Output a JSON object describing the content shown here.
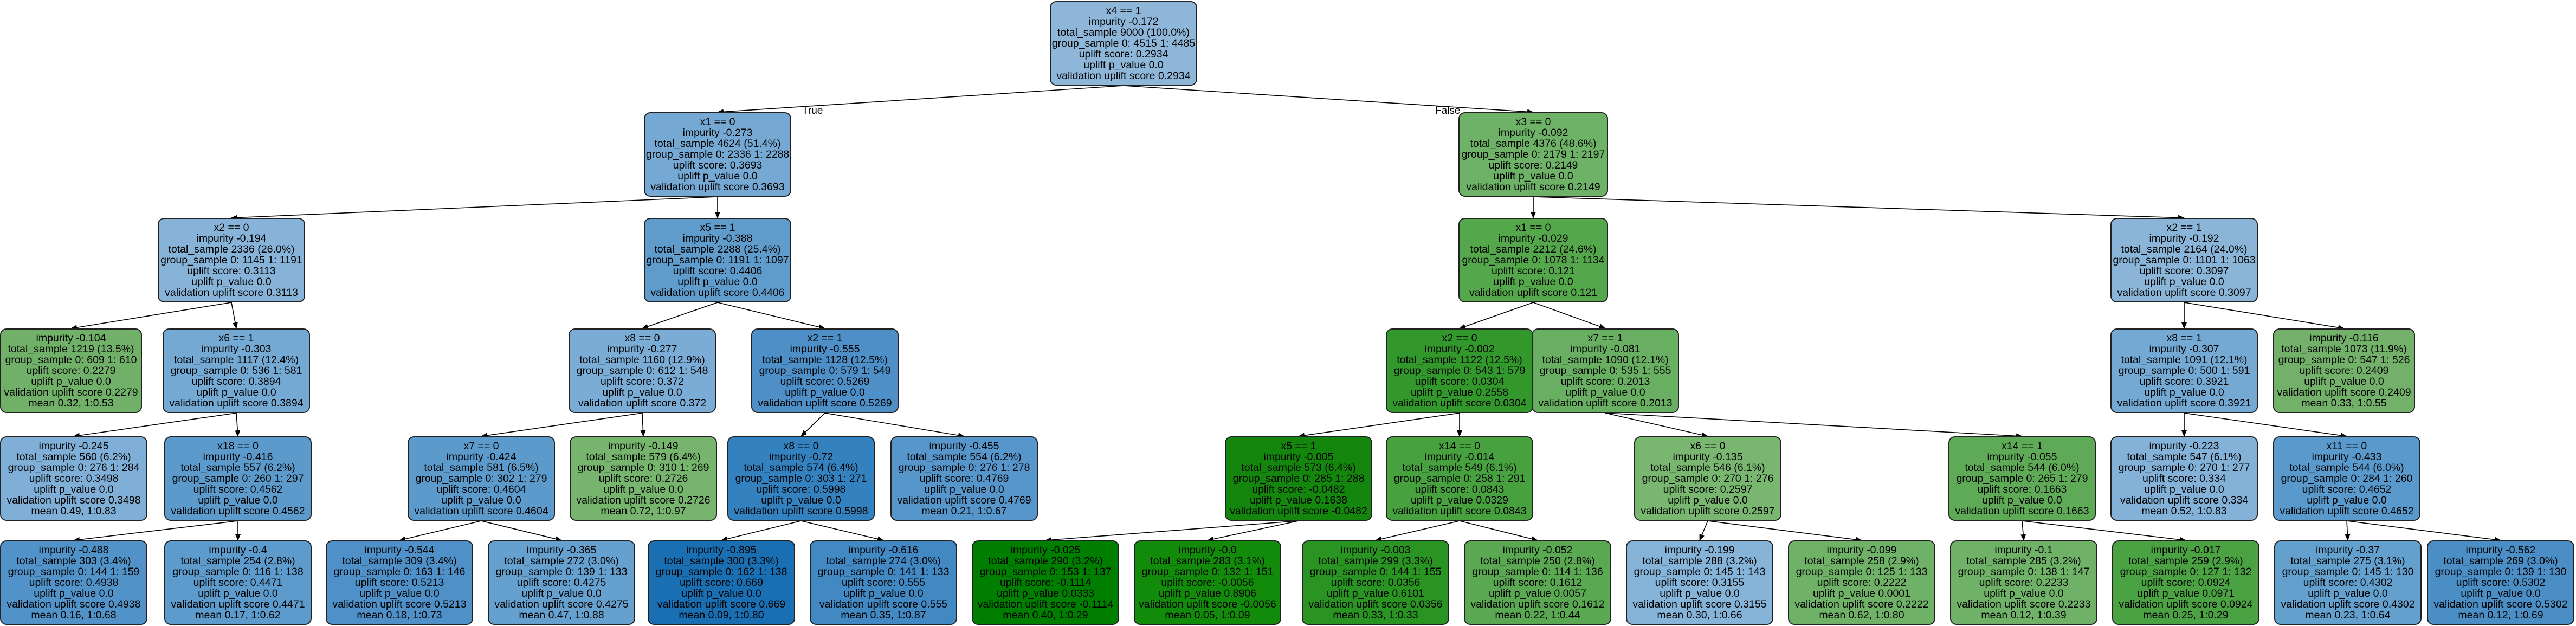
{
  "tree": {
    "nodes": [
      {
        "id": "root",
        "lines": [
          "x4 == 1",
          "impurity -0.172",
          "total_sample 9000 (100.0%)",
          "group_sample  0: 4515 1: 4485",
          "uplift score: 0.2934",
          "uplift p_value 0.0",
          "validation uplift score 0.2934"
        ],
        "fill": "#8db6d8"
      },
      {
        "id": "L",
        "lines": [
          "x1 == 0",
          "impurity -0.273",
          "total_sample 4624 (51.4%)",
          "group_sample  0: 2336 1: 2288",
          "uplift score: 0.3693",
          "uplift p_value 0.0",
          "validation uplift score 0.3693"
        ],
        "fill": "#75a9d4"
      },
      {
        "id": "R",
        "lines": [
          "x3 == 0",
          "impurity -0.092",
          "total_sample 4376 (48.6%)",
          "group_sample  0: 2179 1: 2197",
          "uplift score: 0.2149",
          "uplift p_value 0.0",
          "validation uplift score 0.2149"
        ],
        "fill": "#6eb267"
      },
      {
        "id": "LL",
        "lines": [
          "x2 == 0",
          "impurity -0.194",
          "total_sample 2336 (26.0%)",
          "group_sample  0: 1145 1: 1191",
          "uplift score: 0.3113",
          "uplift p_value 0.0",
          "validation uplift score 0.3113"
        ],
        "fill": "#87b3d8"
      },
      {
        "id": "LR",
        "lines": [
          "x5 == 1",
          "impurity -0.388",
          "total_sample 2288 (25.4%)",
          "group_sample  0: 1191 1: 1097",
          "uplift score: 0.4406",
          "uplift p_value 0.0",
          "validation uplift score 0.4406"
        ],
        "fill": "#5f9ccc"
      },
      {
        "id": "RL",
        "lines": [
          "x1 == 0",
          "impurity -0.029",
          "total_sample 2212 (24.6%)",
          "group_sample  0: 1078 1: 1134",
          "uplift score: 0.121",
          "uplift p_value 0.0",
          "validation uplift score 0.121"
        ],
        "fill": "#55a74c"
      },
      {
        "id": "RR",
        "lines": [
          "x2 == 1",
          "impurity -0.192",
          "total_sample 2164 (24.0%)",
          "group_sample  0: 1101 1: 1063",
          "uplift score: 0.3097",
          "uplift p_value 0.0",
          "validation uplift score 0.3097"
        ],
        "fill": "#8ab5d8"
      },
      {
        "id": "LLa",
        "lines": [
          "impurity -0.104",
          "total_sample 1219 (13.5%)",
          "group_sample  0: 609 1: 610",
          "uplift score: 0.2279",
          "uplift p_value 0.0",
          "validation uplift score 0.2279",
          "mean 0.32, 1:0.53"
        ],
        "fill": "#71b068"
      },
      {
        "id": "LLb",
        "lines": [
          "x6 == 1",
          "impurity -0.303",
          "total_sample 1117 (12.4%)",
          "group_sample  0: 536 1: 581",
          "uplift score: 0.3894",
          "uplift p_value 0.0",
          "validation uplift score 0.3894"
        ],
        "fill": "#74a9d4"
      },
      {
        "id": "LRa",
        "lines": [
          "x8 == 0",
          "impurity -0.277",
          "total_sample 1160 (12.9%)",
          "group_sample  0: 612 1: 548",
          "uplift score: 0.372",
          "uplift p_value 0.0",
          "validation uplift score 0.372"
        ],
        "fill": "#7aacd5"
      },
      {
        "id": "LRb",
        "lines": [
          "x2 == 1",
          "impurity -0.555",
          "total_sample 1128 (12.5%)",
          "group_sample  0: 579 1: 549",
          "uplift score: 0.5269",
          "uplift p_value 0.0",
          "validation uplift score 0.5269"
        ],
        "fill": "#4d8fc6"
      },
      {
        "id": "RLa",
        "lines": [
          "x2 == 0",
          "impurity -0.002",
          "total_sample 1122 (12.5%)",
          "group_sample  0: 543 1: 579",
          "uplift score: 0.0304",
          "uplift p_value 0.2558",
          "validation uplift score 0.0304"
        ],
        "fill": "#33982b"
      },
      {
        "id": "RLb",
        "lines": [
          "x7 == 1",
          "impurity -0.081",
          "total_sample 1090 (12.1%)",
          "group_sample  0: 535 1: 555",
          "uplift score: 0.2013",
          "uplift p_value 0.0",
          "validation uplift score 0.2013"
        ],
        "fill": "#68af62"
      },
      {
        "id": "RRa",
        "lines": [
          "x8 == 1",
          "impurity -0.307",
          "total_sample 1091 (12.1%)",
          "group_sample  0: 500 1: 591",
          "uplift score: 0.3921",
          "uplift p_value 0.0",
          "validation uplift score 0.3921"
        ],
        "fill": "#74a9d4"
      },
      {
        "id": "RRb",
        "lines": [
          "impurity -0.116",
          "total_sample 1073 (11.9%)",
          "group_sample  0: 547 1: 526",
          "uplift score: 0.2409",
          "uplift p_value 0.0",
          "validation uplift score 0.2409",
          "mean 0.33, 1:0.55"
        ],
        "fill": "#73b06a"
      },
      {
        "id": "l1",
        "lines": [
          "impurity -0.245",
          "total_sample 560 (6.2%)",
          "group_sample  0: 276 1: 284",
          "uplift score: 0.3498",
          "uplift p_value 0.0",
          "validation uplift score 0.3498",
          "mean 0.49, 1:0.83"
        ],
        "fill": "#7fafd6"
      },
      {
        "id": "l2",
        "lines": [
          "x18 == 0",
          "impurity -0.416",
          "total_sample 557 (6.2%)",
          "group_sample  0: 260 1: 297",
          "uplift score: 0.4562",
          "uplift p_value 0.0",
          "validation uplift score 0.4562"
        ],
        "fill": "#5b9acb"
      },
      {
        "id": "l3",
        "lines": [
          "x7 == 0",
          "impurity -0.424",
          "total_sample 581 (6.5%)",
          "group_sample  0: 302 1: 279",
          "uplift score: 0.4604",
          "uplift p_value 0.0",
          "validation uplift score 0.4604"
        ],
        "fill": "#5b9acb"
      },
      {
        "id": "l4",
        "lines": [
          "impurity -0.149",
          "total_sample 579 (6.4%)",
          "group_sample  0: 310 1: 269",
          "uplift score: 0.2726",
          "uplift p_value 0.0",
          "validation uplift score 0.2726",
          "mean 0.72, 1:0.97"
        ],
        "fill": "#77b56f"
      },
      {
        "id": "l5",
        "lines": [
          "x8 == 0",
          "impurity -0.72",
          "total_sample 574 (6.4%)",
          "group_sample  0: 303 1: 271",
          "uplift score: 0.5998",
          "uplift p_value 0.0",
          "validation uplift score 0.5998"
        ],
        "fill": "#3481bf"
      },
      {
        "id": "l6",
        "lines": [
          "impurity -0.455",
          "total_sample 554 (6.2%)",
          "group_sample  0: 276 1: 278",
          "uplift score: 0.4769",
          "uplift p_value 0.0",
          "validation uplift score 0.4769",
          "mean 0.21, 1:0.67"
        ],
        "fill": "#5796ca"
      },
      {
        "id": "l7",
        "lines": [
          "x5 == 1",
          "impurity -0.005",
          "total_sample 573 (6.4%)",
          "group_sample  0: 285 1: 288",
          "uplift score: -0.0482",
          "uplift p_value 0.1638",
          "validation uplift score -0.0482"
        ],
        "fill": "#14860d"
      },
      {
        "id": "l8",
        "lines": [
          "x14 == 0",
          "impurity -0.014",
          "total_sample 549 (6.1%)",
          "group_sample  0: 258 1: 291",
          "uplift score: 0.0843",
          "uplift p_value 0.0329",
          "validation uplift score 0.0843"
        ],
        "fill": "#47a13f"
      },
      {
        "id": "l9",
        "lines": [
          "x6 == 0",
          "impurity -0.135",
          "total_sample 546 (6.1%)",
          "group_sample  0: 270 1: 276",
          "uplift score: 0.2597",
          "uplift p_value 0.0",
          "validation uplift score 0.2597"
        ],
        "fill": "#79b770"
      },
      {
        "id": "l10",
        "lines": [
          "x14 == 1",
          "impurity -0.055",
          "total_sample 544 (6.0%)",
          "group_sample  0: 265 1: 279",
          "uplift score: 0.1663",
          "uplift p_value 0.0",
          "validation uplift score 0.1663"
        ],
        "fill": "#5eaa56"
      },
      {
        "id": "l11",
        "lines": [
          "impurity -0.223",
          "total_sample 547 (6.1%)",
          "group_sample  0: 270 1: 277",
          "uplift score: 0.334",
          "uplift p_value 0.0",
          "validation uplift score 0.334",
          "mean 0.52, 1:0.83"
        ],
        "fill": "#83b1d7"
      },
      {
        "id": "l12",
        "lines": [
          "x11 == 0",
          "impurity -0.433",
          "total_sample 544 (6.0%)",
          "group_sample  0: 284 1: 260",
          "uplift score: 0.4652",
          "uplift p_value 0.0",
          "validation uplift score 0.4652"
        ],
        "fill": "#5a99cb"
      },
      {
        "id": "m1",
        "lines": [
          "impurity -0.488",
          "total_sample 303 (3.4%)",
          "group_sample  0: 144 1: 159",
          "uplift score: 0.4938",
          "uplift p_value 0.0",
          "validation uplift score 0.4938",
          "mean 0.16, 1:0.68"
        ],
        "fill": "#5193c8"
      },
      {
        "id": "m2",
        "lines": [
          "impurity -0.4",
          "total_sample 254 (2.8%)",
          "group_sample  0: 116 1: 138",
          "uplift score: 0.4471",
          "uplift p_value 0.0",
          "validation uplift score 0.4471",
          "mean 0.17, 1:0.62"
        ],
        "fill": "#5d9bcc"
      },
      {
        "id": "m3",
        "lines": [
          "impurity -0.544",
          "total_sample 309 (3.4%)",
          "group_sample  0: 163 1: 146",
          "uplift score: 0.5213",
          "uplift p_value 0.0",
          "validation uplift score 0.5213",
          "mean 0.18, 1:0.73"
        ],
        "fill": "#4e90c7"
      },
      {
        "id": "m4",
        "lines": [
          "impurity -0.365",
          "total_sample 272 (3.0%)",
          "group_sample  0: 139 1: 133",
          "uplift score: 0.4275",
          "uplift p_value 0.0",
          "validation uplift score 0.4275",
          "mean 0.47, 1:0.88"
        ],
        "fill": "#65a0ce"
      },
      {
        "id": "m5",
        "lines": [
          "impurity -0.895",
          "total_sample 300 (3.3%)",
          "group_sample  0: 162 1: 138",
          "uplift score: 0.669",
          "uplift p_value 0.0",
          "validation uplift score 0.669",
          "mean 0.09, 1:0.80"
        ],
        "fill": "#1a6fb3"
      },
      {
        "id": "m6",
        "lines": [
          "impurity -0.616",
          "total_sample 274 (3.0%)",
          "group_sample  0: 141 1: 133",
          "uplift score: 0.555",
          "uplift p_value 0.0",
          "validation uplift score 0.555",
          "mean 0.35, 1:0.87"
        ],
        "fill": "#4289c3"
      },
      {
        "id": "m7",
        "lines": [
          "impurity -0.025",
          "total_sample 290 (3.2%)",
          "group_sample  0: 153 1: 137",
          "uplift score: -0.1114",
          "uplift p_value 0.0333",
          "validation uplift score -0.1114",
          "mean 0.40, 1:0.29"
        ],
        "fill": "#007e00"
      },
      {
        "id": "m8",
        "lines": [
          "impurity -0.0",
          "total_sample 283 (3.1%)",
          "group_sample  0: 132 1: 151",
          "uplift score: -0.0056",
          "uplift p_value 0.8906",
          "validation uplift score -0.0056",
          "mean 0.05, 1:0.09"
        ],
        "fill": "#128b0a"
      },
      {
        "id": "m9",
        "lines": [
          "impurity -0.003",
          "total_sample 299 (3.3%)",
          "group_sample  0: 144 1: 155",
          "uplift score: 0.0356",
          "uplift p_value 0.6101",
          "validation uplift score 0.0356",
          "mean 0.33, 1:0.33"
        ],
        "fill": "#2a9423"
      },
      {
        "id": "m10",
        "lines": [
          "impurity -0.052",
          "total_sample 250 (2.8%)",
          "group_sample  0: 114 1: 136",
          "uplift score: 0.1612",
          "uplift p_value 0.0057",
          "validation uplift score 0.1612",
          "mean 0.22, 1:0.44"
        ],
        "fill": "#5aa852"
      },
      {
        "id": "m11",
        "lines": [
          "impurity -0.199",
          "total_sample 288 (3.2%)",
          "group_sample  0: 145 1: 143",
          "uplift score: 0.3155",
          "uplift p_value 0.0",
          "validation uplift score 0.3155",
          "mean 0.30, 1:0.66"
        ],
        "fill": "#86b3d8"
      },
      {
        "id": "m12",
        "lines": [
          "impurity -0.099",
          "total_sample 258 (2.9%)",
          "group_sample  0: 125 1: 133",
          "uplift score: 0.2222",
          "uplift p_value 0.0001",
          "validation uplift score 0.2222",
          "mean 0.62, 1:0.80"
        ],
        "fill": "#6fb267"
      },
      {
        "id": "m13",
        "lines": [
          "impurity -0.1",
          "total_sample 285 (3.2%)",
          "group_sample  0: 138 1: 147",
          "uplift score: 0.2233",
          "uplift p_value 0.0",
          "validation uplift score 0.2233",
          "mean 0.12, 1:0.39"
        ],
        "fill": "#6fb267"
      },
      {
        "id": "m14",
        "lines": [
          "impurity -0.017",
          "total_sample 259 (2.9%)",
          "group_sample  0: 127 1: 132",
          "uplift score: 0.0924",
          "uplift p_value 0.0971",
          "validation uplift score 0.0924",
          "mean 0.25, 1:0.29"
        ],
        "fill": "#4aa242"
      },
      {
        "id": "m15",
        "lines": [
          "impurity -0.37",
          "total_sample 275 (3.1%)",
          "group_sample  0: 145 1: 130",
          "uplift score: 0.4302",
          "uplift p_value 0.0",
          "validation uplift score 0.4302",
          "mean 0.23, 1:0.64"
        ],
        "fill": "#63a0ce"
      },
      {
        "id": "m16",
        "lines": [
          "impurity -0.562",
          "total_sample 269 (3.0%)",
          "group_sample  0: 139 1: 130",
          "uplift score: 0.5302",
          "uplift p_value 0.0",
          "validation uplift score 0.5302",
          "mean 0.12, 1:0.69"
        ],
        "fill": "#4b8ec6"
      }
    ],
    "edges": [
      [
        "root",
        "L"
      ],
      [
        "root",
        "R"
      ],
      [
        "L",
        "LL"
      ],
      [
        "L",
        "LR"
      ],
      [
        "R",
        "RL"
      ],
      [
        "R",
        "RR"
      ],
      [
        "LL",
        "LLa"
      ],
      [
        "LL",
        "LLb"
      ],
      [
        "LR",
        "LRa"
      ],
      [
        "LR",
        "LRb"
      ],
      [
        "RL",
        "RLa"
      ],
      [
        "RL",
        "RLb"
      ],
      [
        "RR",
        "RRa"
      ],
      [
        "RR",
        "RRb"
      ],
      [
        "LLb",
        "l1"
      ],
      [
        "LLb",
        "l2"
      ],
      [
        "LRa",
        "l3"
      ],
      [
        "LRa",
        "l4"
      ],
      [
        "LRb",
        "l5"
      ],
      [
        "LRb",
        "l6"
      ],
      [
        "RLa",
        "l7"
      ],
      [
        "RLa",
        "l8"
      ],
      [
        "RLb",
        "l9"
      ],
      [
        "RLb",
        "l10"
      ],
      [
        "RRa",
        "l11"
      ],
      [
        "RRa",
        "l12"
      ],
      [
        "l2",
        "m1"
      ],
      [
        "l2",
        "m2"
      ],
      [
        "l3",
        "m3"
      ],
      [
        "l3",
        "m4"
      ],
      [
        "l5",
        "m5"
      ],
      [
        "l5",
        "m6"
      ],
      [
        "l7",
        "m7"
      ],
      [
        "l7",
        "m8"
      ],
      [
        "l8",
        "m9"
      ],
      [
        "l8",
        "m10"
      ],
      [
        "l9",
        "m11"
      ],
      [
        "l9",
        "m12"
      ],
      [
        "l10",
        "m13"
      ],
      [
        "l10",
        "m14"
      ],
      [
        "l12",
        "m15"
      ],
      [
        "l12",
        "m16"
      ]
    ],
    "edge_labels": {
      "true": "True",
      "false": "False"
    }
  }
}
